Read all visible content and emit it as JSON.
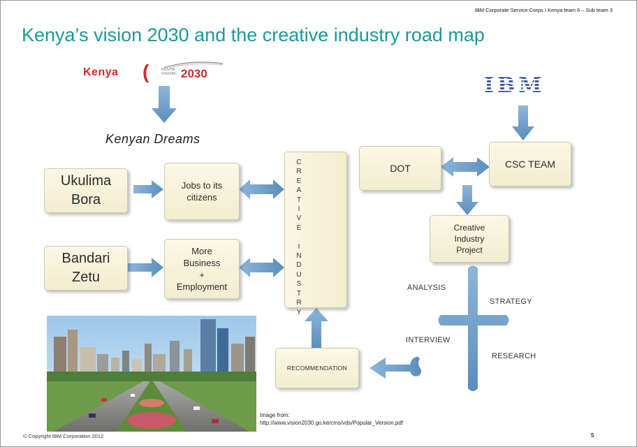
{
  "header_note": "IBM Corporate Service Corps I Kenya team 6 – Sub team 3",
  "title": "Kenya’s vision 2030 and the creative industry road map",
  "kenya_logo": {
    "word": "Kenya",
    "bracket": "(",
    "small": "KENYA\nVISION",
    "year": "2030"
  },
  "ibm_logo": "IBM",
  "dreams_label": "Kenyan Dreams",
  "boxes": {
    "ukulima": "Ukulima\nBora",
    "bandari": "Bandari\nZetu",
    "jobs": "Jobs to its\ncitizens",
    "business": "More\nBusiness\n+\nEmployment",
    "dot": "DOT",
    "csc": "CSC TEAM",
    "project": "Creative\nIndustry\nProject",
    "recommendation": "RECOMMENDATION"
  },
  "creative_industry_letters": [
    "C",
    "R",
    "E",
    "A",
    "T",
    "I",
    "V",
    "E",
    "",
    "I",
    "N",
    "D",
    "U",
    "S",
    "T",
    "R",
    "Y"
  ],
  "cross_labels": {
    "analysis": "ANALYSIS",
    "strategy": "STRATEGY",
    "interview": "INTERVIEW",
    "research": "RESEARCH"
  },
  "caption": {
    "line1": "Image from:",
    "line2": "http://www.vision2030.go.ke/cms/vds/Popular_Version.pdf"
  },
  "footer": "© Copyright IBM Corporation 2012",
  "page_number": "5",
  "colors": {
    "title": "#1a9a9a",
    "arrow": "#6f9fc8",
    "box_fill": "#f6f2dc",
    "kenya_red": "#d52a2a",
    "ibm_blue": "#3d5c9b"
  }
}
